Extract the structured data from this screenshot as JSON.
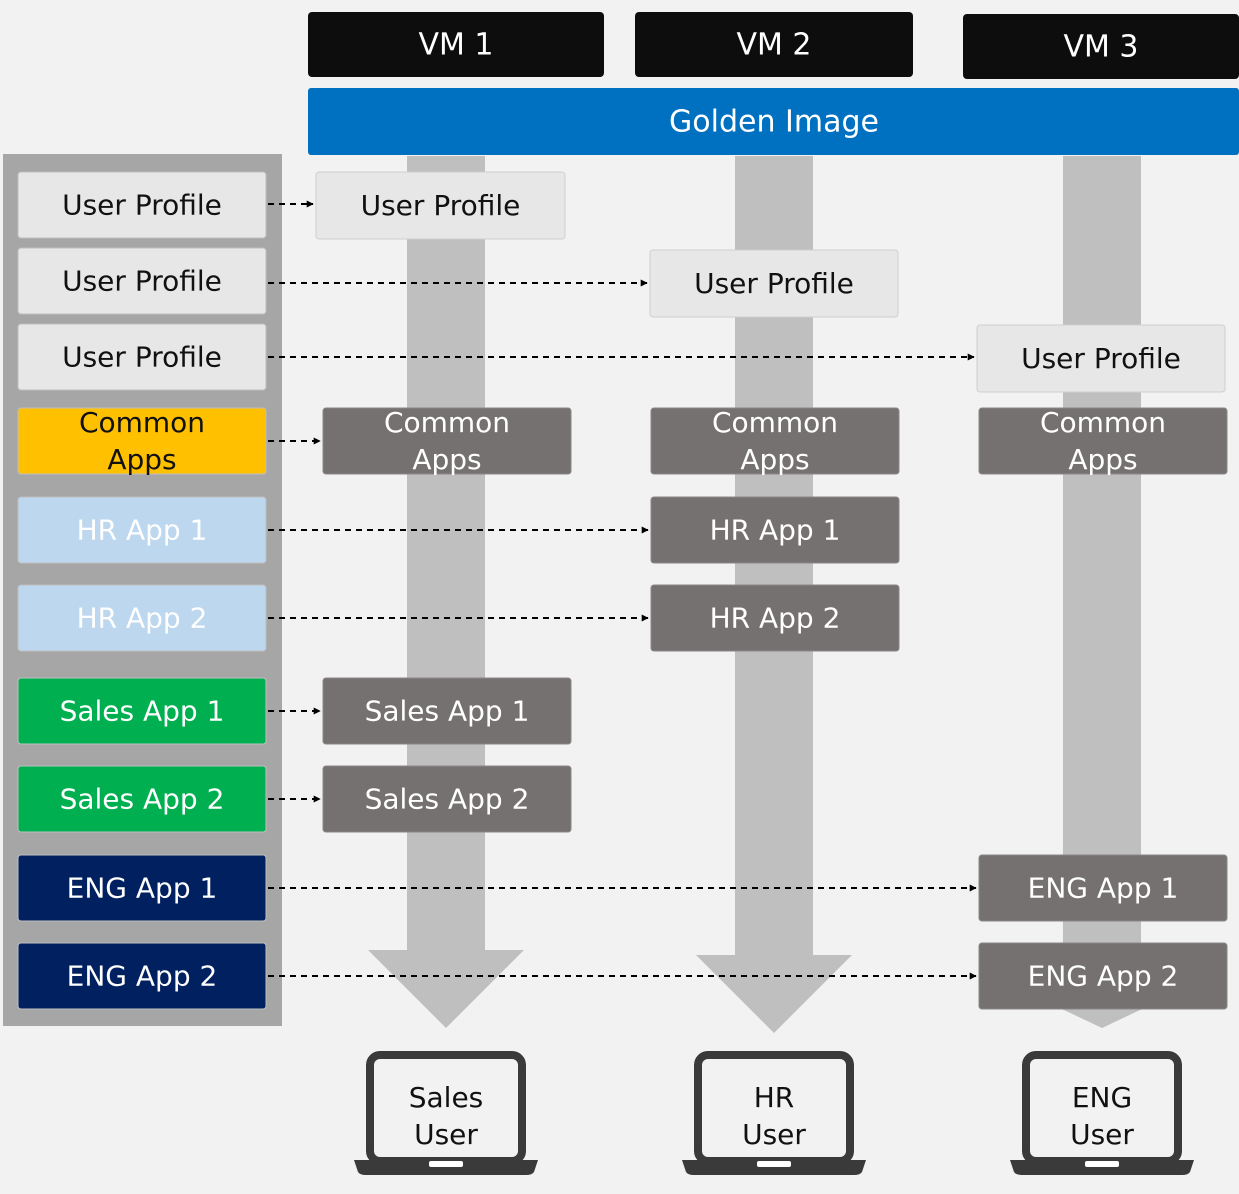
{
  "vms": [
    {
      "id": "vm1",
      "label": "VM 1"
    },
    {
      "id": "vm2",
      "label": "VM 2"
    },
    {
      "id": "vm3",
      "label": "VM 3"
    }
  ],
  "golden_image": {
    "label": "Golden Image"
  },
  "source_layers": [
    {
      "id": "up1",
      "label": [
        "User Profile"
      ],
      "kind": "user-profile"
    },
    {
      "id": "up2",
      "label": [
        "User Profile"
      ],
      "kind": "user-profile"
    },
    {
      "id": "up3",
      "label": [
        "User Profile"
      ],
      "kind": "user-profile"
    },
    {
      "id": "common",
      "label": [
        "Common",
        "Apps"
      ],
      "kind": "common"
    },
    {
      "id": "hr1",
      "label": [
        "HR App 1"
      ],
      "kind": "hr"
    },
    {
      "id": "hr2",
      "label": [
        "HR App 2"
      ],
      "kind": "hr"
    },
    {
      "id": "sales1",
      "label": [
        "Sales App 1"
      ],
      "kind": "sales"
    },
    {
      "id": "sales2",
      "label": [
        "Sales App 2"
      ],
      "kind": "sales"
    },
    {
      "id": "eng1",
      "label": [
        "ENG App 1"
      ],
      "kind": "eng"
    },
    {
      "id": "eng2",
      "label": [
        "ENG App 2"
      ],
      "kind": "eng"
    }
  ],
  "vm_layers": [
    {
      "vm": 0,
      "source": "up1",
      "label": [
        "User Profile"
      ],
      "kind": "user-profile"
    },
    {
      "vm": 1,
      "source": "up2",
      "label": [
        "User Profile"
      ],
      "kind": "user-profile"
    },
    {
      "vm": 2,
      "source": "up3",
      "label": [
        "User Profile"
      ],
      "kind": "user-profile"
    },
    {
      "vm": 0,
      "source": "common",
      "label": [
        "Common",
        "Apps"
      ],
      "kind": "app"
    },
    {
      "vm": 1,
      "source": null,
      "label": [
        "Common",
        "Apps"
      ],
      "kind": "app"
    },
    {
      "vm": 2,
      "source": null,
      "label": [
        "Common",
        "Apps"
      ],
      "kind": "app"
    },
    {
      "vm": 1,
      "source": "hr1",
      "label": [
        "HR App 1"
      ],
      "kind": "app"
    },
    {
      "vm": 1,
      "source": "hr2",
      "label": [
        "HR App 2"
      ],
      "kind": "app"
    },
    {
      "vm": 0,
      "source": "sales1",
      "label": [
        "Sales App 1"
      ],
      "kind": "app"
    },
    {
      "vm": 0,
      "source": "sales2",
      "label": [
        "Sales App 2"
      ],
      "kind": "app"
    },
    {
      "vm": 2,
      "source": "eng1",
      "label": [
        "ENG App 1"
      ],
      "kind": "app"
    },
    {
      "vm": 2,
      "source": "eng2",
      "label": [
        "ENG App 2"
      ],
      "kind": "app"
    }
  ],
  "users": [
    {
      "vm": 0,
      "label": [
        "Sales",
        "User"
      ]
    },
    {
      "vm": 1,
      "label": [
        "HR",
        "User"
      ]
    },
    {
      "vm": 2,
      "label": [
        "ENG",
        "User"
      ]
    }
  ],
  "colors": {
    "background": "#f2f2f2",
    "vm_header": "#0d0d0d",
    "golden_image": "#0070c0",
    "source_panel": "#a6a6a6",
    "user_profile": "#e7e7e7",
    "common_apps": "#ffc000",
    "hr": "#bdd7ee",
    "sales": "#00b050",
    "eng": "#002060",
    "vm_layer": "#767171",
    "flow_arrow": "#bfbfbf",
    "laptop": "#3a3a3a"
  },
  "icons": [
    "laptop-icon",
    "arrow-head-icon"
  ]
}
